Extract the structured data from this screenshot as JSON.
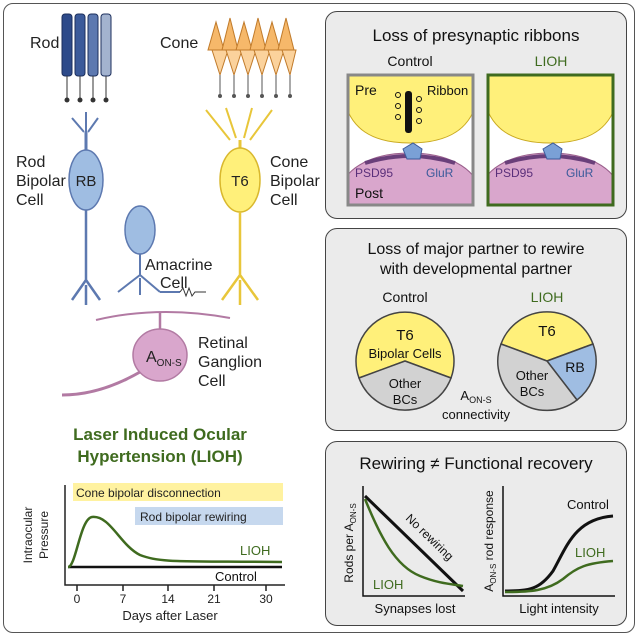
{
  "left": {
    "labels": {
      "rod": "Rod",
      "cone": "Cone",
      "rod_bipolar": [
        "Rod",
        "Bipolar",
        "Cell"
      ],
      "cone_bipolar": [
        "Cone",
        "Bipolar",
        "Cell"
      ],
      "rb": "RB",
      "t6": "T6",
      "amacrine": [
        "Amacrine",
        "Cell"
      ],
      "rgc": [
        "Retinal",
        "Ganglion",
        "Cell"
      ],
      "a_main": "A",
      "a_sub": "ON-S"
    },
    "lioh_title": [
      "Laser Induced Ocular",
      "Hypertension (LIOH)"
    ]
  },
  "graph": {
    "ylabel": [
      "Intraocular",
      "Pressure"
    ],
    "xlabel": "Days after Laser",
    "ticks": [
      "0",
      "7",
      "14",
      "21",
      "30"
    ],
    "band_yellow": "Cone bipolar disconnection",
    "band_blue": "Rod bipolar rewiring",
    "lioh": "LIOH",
    "control": "Control"
  },
  "panel1": {
    "title": "Loss of presynaptic ribbons",
    "control": "Control",
    "lioh": "LIOH",
    "pre": "Pre",
    "ribbon": "Ribbon",
    "psd95": "PSD95",
    "glur": "GluR",
    "post": "Post"
  },
  "panel2": {
    "title": [
      "Loss of major partner to rewire",
      "with developmental partner"
    ],
    "control": "Control",
    "lioh": "LIOH",
    "t6": "T6",
    "bipolar_cells": "Bipolar Cells",
    "other": [
      "Other",
      "BCs"
    ],
    "rb": "RB",
    "conn_main": "A",
    "conn_sub": "ON-S",
    "connectivity": "connectivity"
  },
  "panel3": {
    "title": "Rewiring ≠ Functional recovery",
    "g1_ylabel_main": "Rods per A",
    "g1_ylabel_sub": "ON-S",
    "g1_xlabel": "Synapses lost",
    "no_rewiring": "No rewiring",
    "g1_lioh": "LIOH",
    "g2_ylabel_main": "A",
    "g2_ylabel_sub": "ON-S",
    "g2_ylabel_rest": " rod response",
    "g2_xlabel": "Light intensity",
    "g2_control": "Control",
    "g2_lioh": "LIOH"
  },
  "colors": {
    "rod_blue": "#3b5a9a",
    "rb_blue": "#9fbde2",
    "cone_orange": "#f6b86a",
    "t6_yellow": "#fff07a",
    "rgc_purple": "#d9a6cc",
    "lioh_green": "#3f6b1f"
  }
}
